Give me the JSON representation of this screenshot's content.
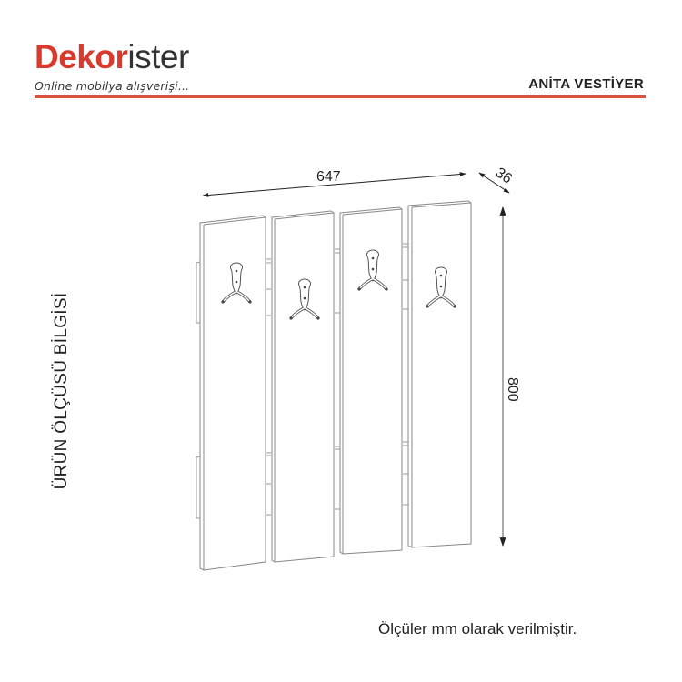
{
  "header": {
    "brand_bold": "Dekor",
    "brand_light": "ister",
    "tagline": "Online mobilya alışverişi...",
    "product_title": "ANİTA VESTİYER",
    "accent_color": "#d8523f"
  },
  "side_label": "ÜRÜN ÖLÇÜSÜ BİLGİSİ",
  "drawing": {
    "description": "Line drawing of a wall-mounted coat rack made of 4 vertical panels with 4 double hooks",
    "panel_count": 4,
    "hook_count": 4,
    "dimensions": {
      "width": "647",
      "depth": "36",
      "height": "800"
    }
  },
  "footer_note": "Ölçüler mm olarak verilmiştir."
}
